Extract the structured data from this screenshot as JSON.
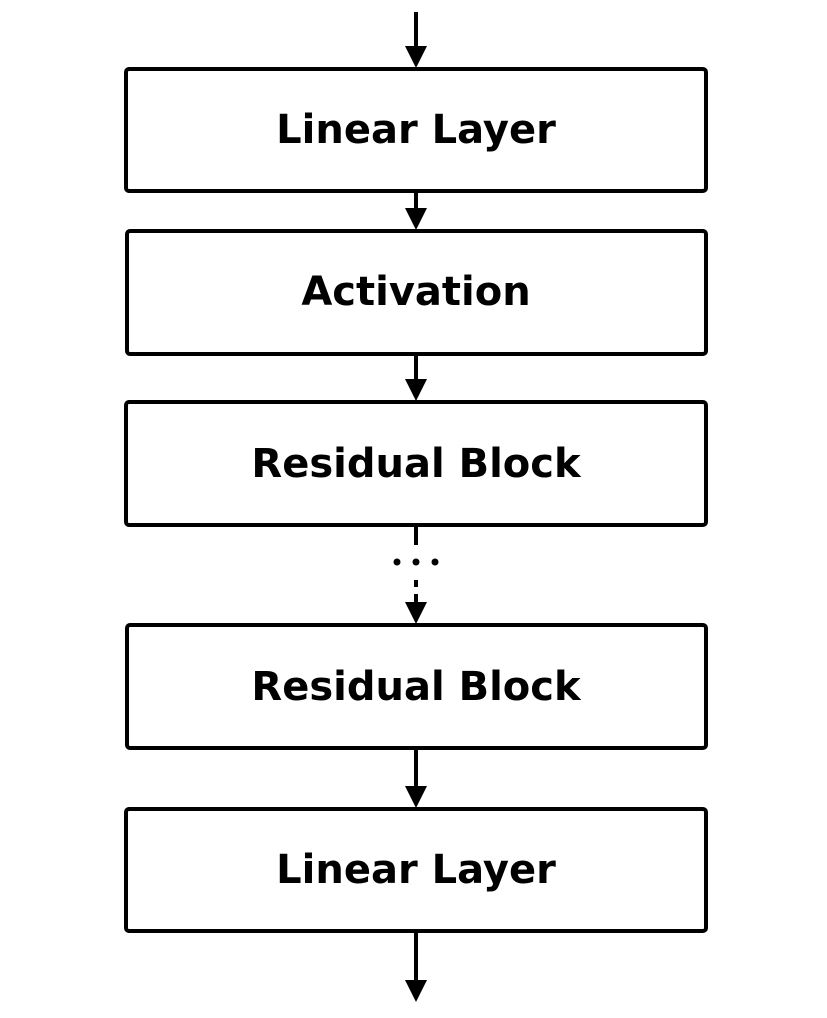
{
  "diagram": {
    "blocks": [
      {
        "label": "Linear Layer"
      },
      {
        "label": "Activation"
      },
      {
        "label": "Residual Block"
      },
      {
        "label": "Residual Block"
      },
      {
        "label": "Linear Layer"
      }
    ],
    "connectors": [
      {
        "from": "input",
        "to": "block-1",
        "style": "solid"
      },
      {
        "from": "block-1",
        "to": "block-2",
        "style": "solid"
      },
      {
        "from": "block-2",
        "to": "block-3",
        "style": "solid"
      },
      {
        "from": "block-3",
        "to": "block-4",
        "style": "dashed-with-ellipsis"
      },
      {
        "from": "block-4",
        "to": "block-5",
        "style": "solid"
      },
      {
        "from": "block-5",
        "to": "output",
        "style": "solid"
      }
    ],
    "colors": {
      "stroke": "#000000",
      "fill": "#ffffff",
      "text": "#000000"
    }
  }
}
